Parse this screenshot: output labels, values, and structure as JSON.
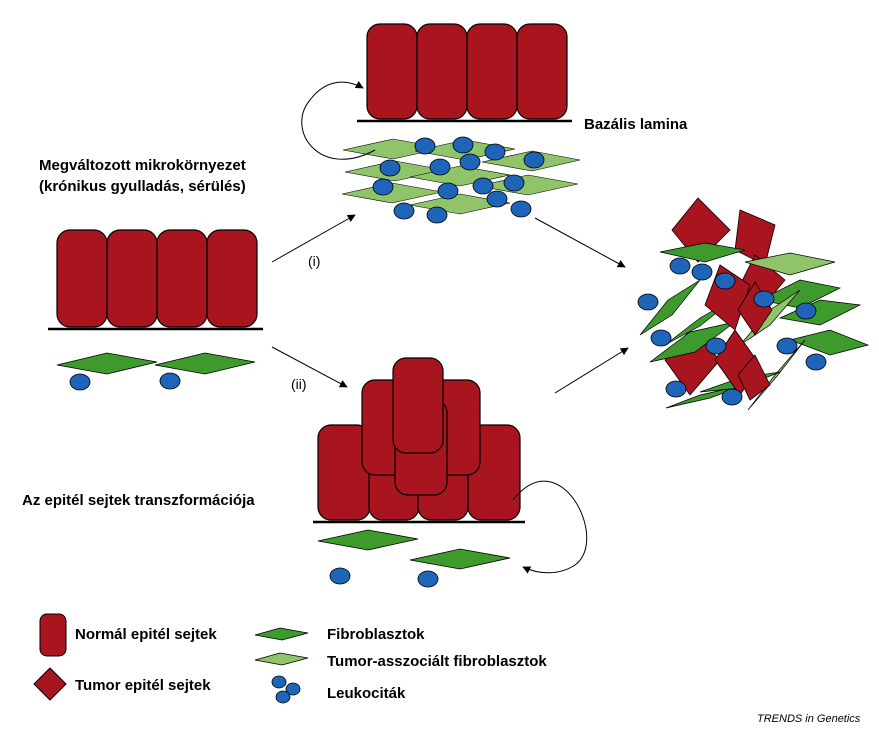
{
  "labels": {
    "basal_lamina": "Bazális lamina",
    "altered_micro_1": "Megváltozott mikrokörnyezet",
    "altered_micro_2": "(krónikus gyulladás, sérülés)",
    "transformation": "Az epitél sejtek transzformációja",
    "path_i": "(i)",
    "path_ii": "(ii)",
    "credit": "TRENDS in Genetics"
  },
  "legend": {
    "normal_epithelial": "Normál epitél sejtek",
    "tumor_epithelial": "Tumor epitél sejtek",
    "fibroblasts": "Fibroblasztok",
    "tumor_fibroblasts": "Tumor-asszociált fibroblasztok",
    "leukocytes": "Leukociták"
  },
  "colors": {
    "epithelial": "#a8151e",
    "fibroblast": "#3f9a2d",
    "tumor_fibroblast": "#8fc46a",
    "leukocyte": "#1e64b8",
    "outline": "#000000"
  }
}
